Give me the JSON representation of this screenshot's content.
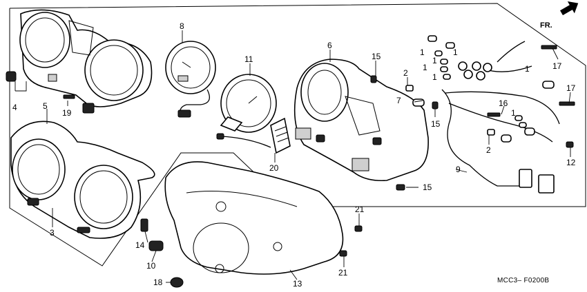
{
  "diagram": {
    "code": "MCC3– F0200B",
    "direction_label": "FR.",
    "arrow_icon": "forward-arrow-icon",
    "labels": {
      "p1a": "1",
      "p1b": "1",
      "p1c": "1",
      "p1d": "1",
      "p1e": "1",
      "p1f": "1",
      "p1g": "1",
      "p2a": "2",
      "p2b": "2",
      "p3": "3",
      "p4": "4",
      "p5": "5",
      "p6": "6",
      "p7": "7",
      "p8": "8",
      "p9": "9",
      "p10": "10",
      "p11": "11",
      "p12": "12",
      "p13": "13",
      "p14": "14",
      "p15a": "15",
      "p15b": "15",
      "p15c": "15",
      "p16": "16",
      "p17a": "17",
      "p17b": "17",
      "p18": "18",
      "p19": "19",
      "p20": "20",
      "p21a": "21",
      "p21b": "21"
    }
  }
}
